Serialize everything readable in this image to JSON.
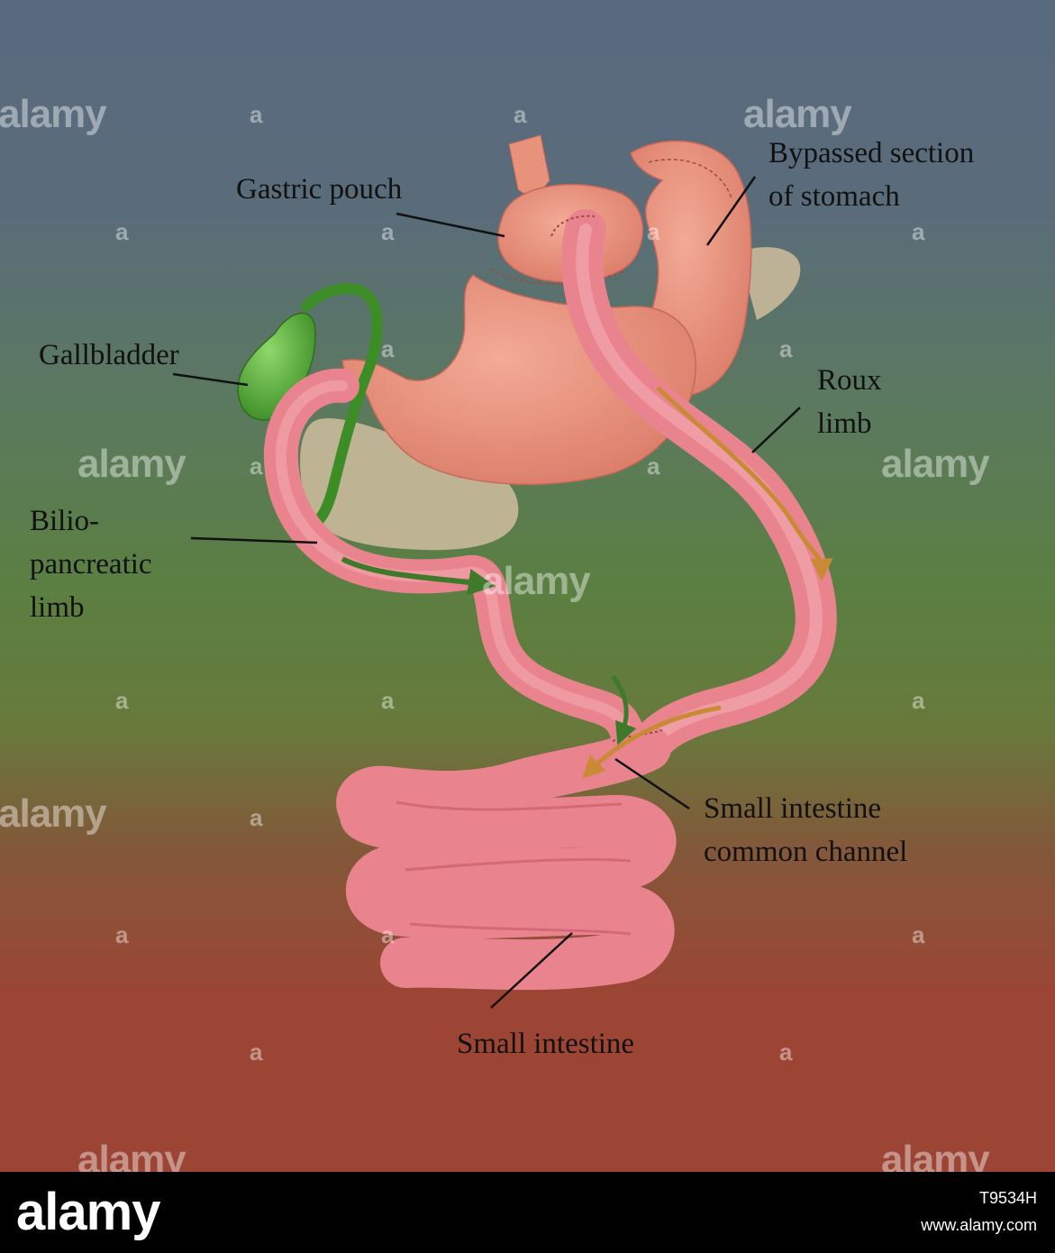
{
  "colors": {
    "background_top": "#586a7e",
    "background_middle": "#5b7f42",
    "background_bottom": "#9c4535",
    "stomach": "#e8927c",
    "intestine": "#e9848f",
    "gallbladder": "#6fbf48",
    "pancreas": "#c9b99a",
    "arrow_green": "#3f7a2b",
    "arrow_orange": "#c98a35"
  },
  "labels": {
    "gastric_pouch": "Gastric pouch",
    "bypassed_line1": "Bypassed section",
    "bypassed_line2": "of stomach",
    "gallbladder": "Gallbladder",
    "roux_line1": "Roux",
    "roux_line2": "limb",
    "bilio_line1": "Bilio-",
    "bilio_line2": "pancreatic",
    "bilio_line3": "limb",
    "common_line1": "Small intestine",
    "common_line2": "common channel",
    "small_intestine": "Small intestine"
  },
  "watermark": {
    "brand": "alamy",
    "letter": "a"
  },
  "footer": {
    "logo": "alamy",
    "image_id": "T9534H",
    "site": "www.alamy.com"
  }
}
